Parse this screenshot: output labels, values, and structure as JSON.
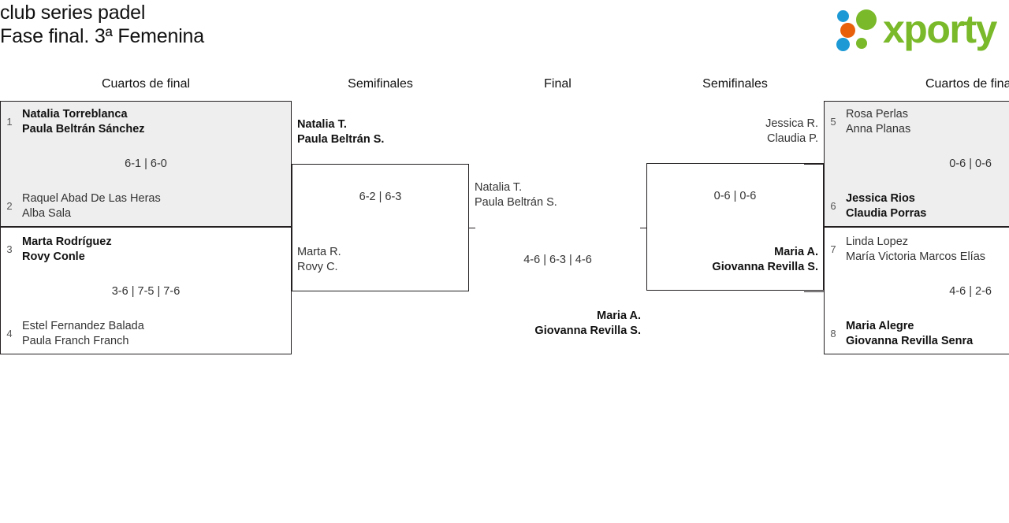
{
  "header": {
    "title_line1": "club series padel",
    "title_line2": "Fase final. 3ª Femenina",
    "logo_text": "xporty"
  },
  "rounds": [
    {
      "key": "qf_left",
      "label": "Cuartos de final"
    },
    {
      "key": "sf_left",
      "label": "Semifinales"
    },
    {
      "key": "final",
      "label": "Final"
    },
    {
      "key": "sf_right",
      "label": "Semifinales"
    },
    {
      "key": "qf_right",
      "label": "Cuartos de final"
    }
  ],
  "bracket": {
    "qf_left": {
      "match1": {
        "top": {
          "seed": "1",
          "player1": "Natalia Torreblanca",
          "player2": "Paula Beltrán Sánchez",
          "winner": true
        },
        "bottom": {
          "seed": "2",
          "player1": "Raquel Abad De Las Heras",
          "player2": "Alba Sala",
          "winner": false
        },
        "score": "6-1 | 6-0"
      },
      "match2": {
        "top": {
          "seed": "3",
          "player1": "Marta Rodríguez",
          "player2": "Rovy Conle",
          "winner": true
        },
        "bottom": {
          "seed": "4",
          "player1": "Estel Fernandez Balada",
          "player2": "Paula Franch Franch",
          "winner": false
        },
        "score": "3-6 | 7-5 | 7-6"
      }
    },
    "sf_left": {
      "match1": {
        "top": {
          "player1": "Natalia T.",
          "player2": "Paula Beltrán S.",
          "winner": true
        },
        "bottom": {
          "player1": "Marta R.",
          "player2": "Rovy C.",
          "winner": false
        },
        "score": "6-2 | 6-3"
      }
    },
    "final": {
      "match1": {
        "top": {
          "player1": "Natalia T.",
          "player2": "Paula Beltrán S.",
          "winner": false
        },
        "bottom": {
          "player1": "Maria A.",
          "player2": "Giovanna Revilla S.",
          "winner": true
        },
        "score": "4-6 | 6-3 | 4-6"
      }
    },
    "sf_right": {
      "match1": {
        "top": {
          "player1": "Jessica R.",
          "player2": "Claudia P.",
          "winner": false
        },
        "bottom": {
          "player1": "Maria A.",
          "player2": "Giovanna Revilla S.",
          "winner": true
        },
        "score": "0-6 | 0-6"
      }
    },
    "qf_right": {
      "match1": {
        "top": {
          "seed": "5",
          "player1": "Rosa Perlas",
          "player2": "Anna Planas",
          "winner": false
        },
        "bottom": {
          "seed": "6",
          "player1": "Jessica Rios",
          "player2": "Claudia Porras",
          "winner": true
        },
        "score": "0-6 | 0-6"
      },
      "match2": {
        "top": {
          "seed": "7",
          "player1": "Linda Lopez",
          "player2": "María Victoria Marcos Elías",
          "winner": false
        },
        "bottom": {
          "seed": "8",
          "player1": "Maria Alegre",
          "player2": "Giovanna Revilla Senra",
          "winner": true
        },
        "score": "4-6 | 2-6"
      }
    }
  },
  "colors": {
    "brand_green": "#7ab929",
    "brand_orange": "#e8610a",
    "brand_blue": "#1d9ad6",
    "line": "#231f20",
    "shaded_row": "#eeeeee"
  }
}
